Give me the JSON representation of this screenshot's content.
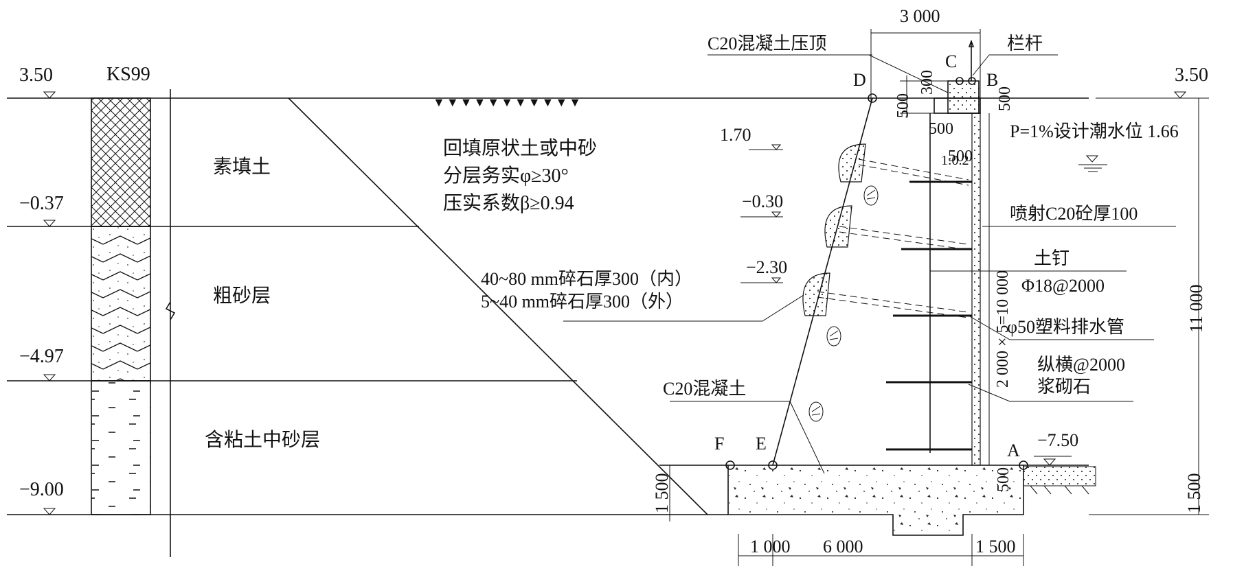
{
  "elevations": {
    "left_top": "3.50",
    "right_top": "3.50",
    "layer1_bottom": "−0.37",
    "layer2_bottom": "−4.97",
    "layer3_bottom": "−9.00",
    "inner_1": "1.70",
    "inner_2": "−0.30",
    "inner_3": "−2.30",
    "base": "−7.50"
  },
  "borehole": {
    "id": "KS99"
  },
  "soil_layers": [
    "素填土",
    "粗砂层",
    "含粘土中砂层"
  ],
  "fill_note": [
    "回填原状土或中砂",
    "分层务实φ≥30°",
    "压实系数β≥0.94"
  ],
  "gravel_note": [
    "40~80 mm碎石厚300（内）",
    "5~40 mm碎石厚300（外）"
  ],
  "labels": {
    "cap": "C20混凝土压顶",
    "railing": "栏杆",
    "design_tide": "P=1%设计潮水位 1.66",
    "shotcrete": "喷射C20砼厚100",
    "soil_nail": "土钉",
    "nail_spec": "Φ18@2000",
    "drain_pipe": "φ50塑料排水管",
    "masonry_1": "纵横@2000",
    "masonry_2": "浆砌石",
    "base_concrete": "C20混凝土",
    "slope_ratio": "1:0.2"
  },
  "points": [
    "A",
    "B",
    "C",
    "D",
    "E",
    "F"
  ],
  "dimensions": {
    "top_width": "3 000",
    "cap_h1": "500",
    "cap_h2": "300",
    "cap_w": "500",
    "cap_right": "500",
    "cap_offset": "500",
    "nail_spacing": "2 000 × 5=10 000",
    "bottom_500": "500",
    "total_height": "11 000",
    "base_h_left": "1 500",
    "base_h_right": "1 500",
    "base_w1": "1 000",
    "base_w2": "6 000",
    "base_w3": "1 500"
  }
}
